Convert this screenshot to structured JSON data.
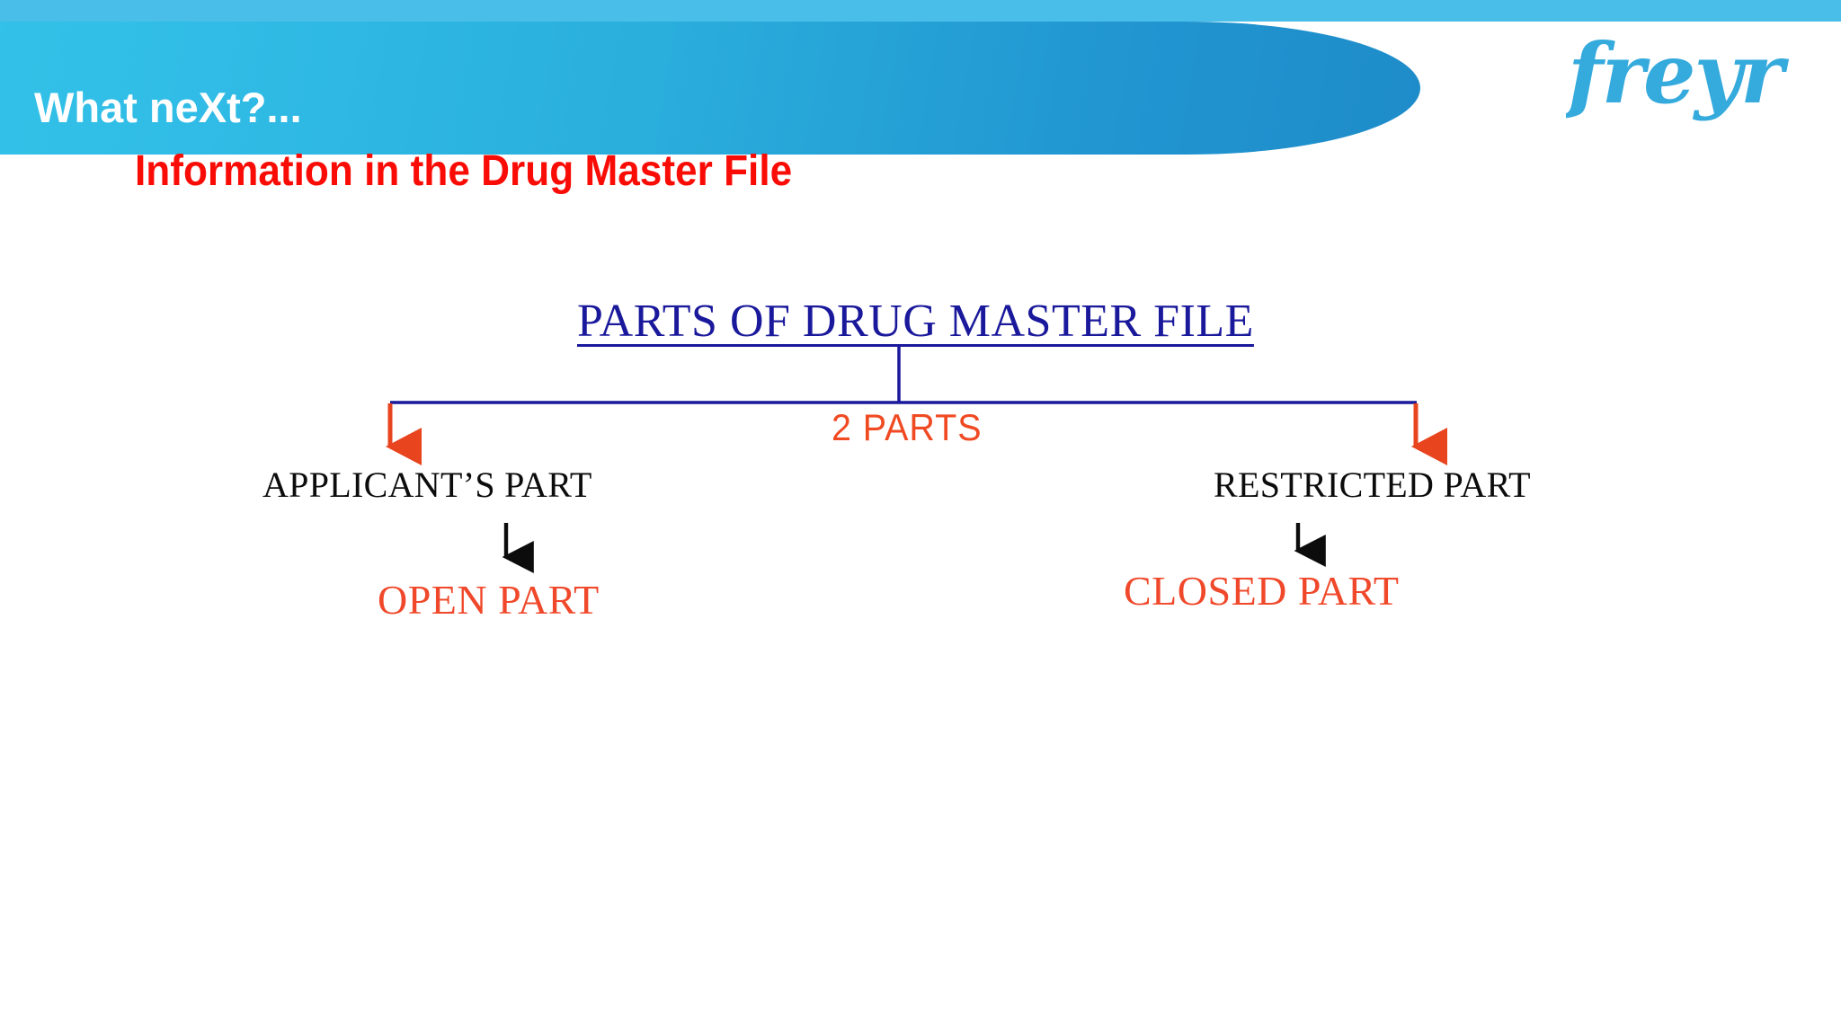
{
  "header": {
    "banner_title": "What neXt?...",
    "logo_text": "freyr",
    "logo_name": "freyr-logo",
    "strip_color": "#49BEE8",
    "banner_color_start": "#33C2E8",
    "banner_color_end": "#1E8CC9",
    "logo_color": "#35AADC"
  },
  "slide": {
    "subtitle": "Information in the Drug Master File",
    "subtitle_color": "#FA0C06",
    "background_color": "#FFFFFF"
  },
  "diagram": {
    "type": "tree",
    "root": {
      "label": "PARTS OF DRUG MASTER FILE",
      "color": "#1A199C",
      "underlined": true
    },
    "split_label": {
      "text": "2 PARTS",
      "color": "#F04A23"
    },
    "branches": [
      {
        "label": "APPLICANT’S PART",
        "label_color": "#0C0C0C",
        "arrow_color": "#E8441E",
        "child": {
          "label": "OPEN PART",
          "color": "#F0482A",
          "arrow_color": "#0C0C0C"
        }
      },
      {
        "label": "RESTRICTED PART",
        "label_color": "#0C0C0C",
        "arrow_color": "#E8441E",
        "child": {
          "label": "CLOSED PART",
          "color": "#F0482A",
          "arrow_color": "#0C0C0C"
        }
      }
    ],
    "connector_color": "#1A199C"
  }
}
